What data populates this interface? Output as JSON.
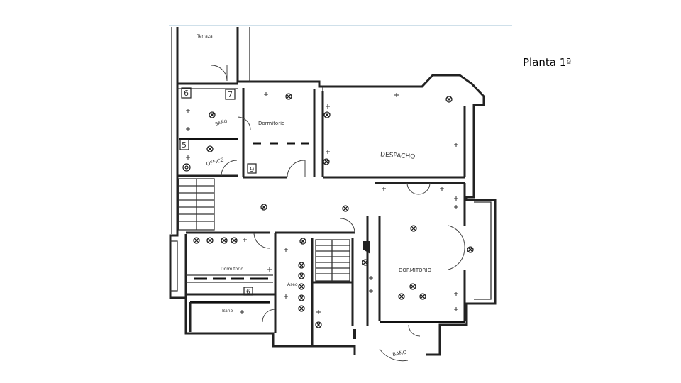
{
  "title": "Planta 1ª",
  "labels": {
    "terraza": "Terraza",
    "dormitorio_top": "Dormitorio",
    "despacho": "DESPACHO",
    "dormitorio_right": "DORMITORIO",
    "dormitorio_bottom": "Dormitorio",
    "aseo": "Aseo",
    "bano_small": "Baño",
    "bano_right": "BAÑO",
    "bano_top": "BAÑO",
    "office": "OFFICE"
  },
  "room_numbers": {
    "n6": "6",
    "n7": "7",
    "n5": "5",
    "n9": "9",
    "n6b": "6"
  },
  "colors": {
    "ink": "#222222",
    "paper": "#ffffff",
    "top_line": "#cfe0ea"
  }
}
